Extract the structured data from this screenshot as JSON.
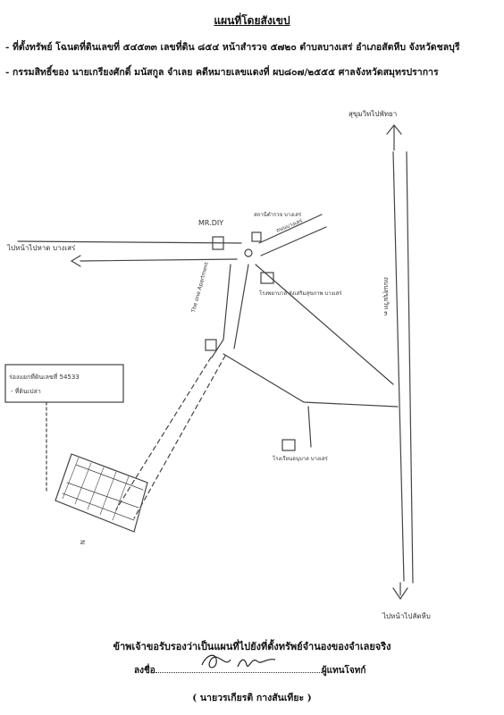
{
  "header": {
    "title": "แผนที่โดยสังเขป",
    "line1": "- ที่ตั้งทรัพย์ โฉนดที่ดินเลขที่ ๕๔๕๓๓ เลขที่ดิน ๘๕๔ หน้าสำรวจ ๕๗๒๐ ตำบลบางเสร่ อำเภอสัตหีบ จังหวัดชลบุรี",
    "line2": "- กรรมสิทธิ์ของ นายเกรียงศักดิ์ มนัสกูล จำเลย คดีหมายเลขแดงที่ ผบ๘๐๗/๒๕๕๕ ศาลจังหวัดสมุทรปราการ"
  },
  "map": {
    "label_north": "สุขุมวิทไปพัทยา",
    "label_south": "ไปหน้าไปสัตหีบ",
    "label_west": "ไปหน้าไปหาด บางเสร่",
    "label_road_vertical": "ถนนสุขุมวิท ๓",
    "label_mr_diy": "MR.DIY",
    "label_top_landmark": "สถานีตำรวจ บางเสร่",
    "label_road_diag": "ถนนบางเสร่",
    "label_hospital": "โรงพยาบาล ส่งเสริมสุขภาพ บางเสร่",
    "label_apartment": "The one Apartment",
    "label_school": "โรงเรียนอนุบาล บางเสร่",
    "label_north_arrow": "N",
    "property_box_line1": "ร่องแยกที่ดินเลขที่ 54533",
    "property_box_line2": "- ที่ดินเปล่า"
  },
  "footer": {
    "certification": "ข้าพเจ้าขอรับรองว่าเป็นแผนที่ไปยังที่ตั้งทรัพย์จำนองของจำเลยจริง",
    "sign_prefix": "ลงชื่อ",
    "sign_suffix": "ผู้แทนโจทก์",
    "printed_name": "( นายวรเกียรติ กางสันเทียะ )"
  }
}
